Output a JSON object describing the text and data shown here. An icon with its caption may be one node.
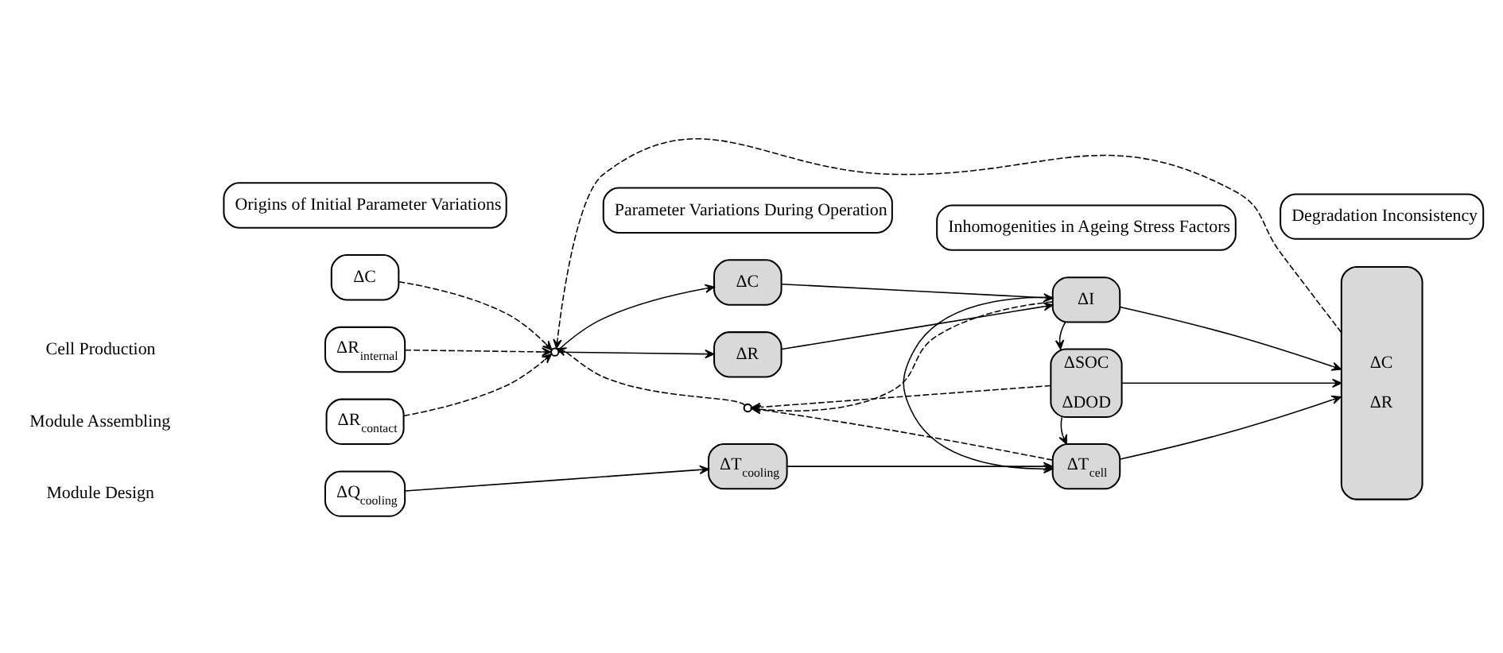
{
  "diagram": {
    "nodes": [
      {
        "text": [
          "Origins of Initial Parameter Variations"
        ]
      },
      {
        "text": [
          "Parameter Variations During Operation"
        ]
      },
      {
        "text": [
          "Inhomogenities in Ageing Stress Factors"
        ]
      },
      {
        "text": [
          "Degradation Inconsistency"
        ]
      },
      {
        "text": [
          "ΔC"
        ]
      },
      {
        "text": [
          "ΔR$_{internal}$"
        ]
      },
      {
        "text": [
          "ΔR$_{contact}$"
        ]
      },
      {
        "text": [
          "ΔQ$_{cooling}$"
        ]
      },
      {
        "text": [],
        "shape": "circle"
      },
      {
        "text": [
          "ΔC"
        ]
      },
      {
        "text": [
          "ΔR"
        ]
      },
      {
        "text": [
          "ΔI"
        ]
      },
      {
        "text": [
          "ΔSOC",
          "ΔDOD"
        ]
      },
      {
        "text": [],
        "shape": "circle"
      },
      {
        "text": [
          "ΔT$_{cooling}$"
        ]
      },
      {
        "text": [
          "ΔT$_{cell}$"
        ]
      },
      {
        "text": [
          "ΔC",
          "ΔR"
        ]
      }
    ],
    "edges": [
      {
        "from": 4,
        "to": 8,
        "arrow": "to",
        "style": "dashed"
      },
      {
        "from": 5,
        "to": 8,
        "arrow": "to",
        "style": "dashed"
      },
      {
        "from": 6,
        "to": 8,
        "arrow": "to",
        "style": "dashed"
      },
      {
        "from": 16,
        "to": 8,
        "arrow": "to",
        "style": "dashed"
      },
      {
        "from": 13,
        "to": 8,
        "arrow": "to",
        "style": "dashed"
      },
      {
        "from": 8,
        "to": 9,
        "arrow": "to"
      },
      {
        "from": 8,
        "to": 10,
        "arrow": "to"
      },
      {
        "from": 9,
        "to": 11,
        "arrow": "to"
      },
      {
        "from": 10,
        "to": 11,
        "arrow": "to"
      },
      {
        "from": 11,
        "to": 16,
        "arrow": "to"
      },
      {
        "from": 11,
        "to": 12,
        "arrow": "to"
      },
      {
        "from": 11,
        "to": 15,
        "arrow": "to"
      },
      {
        "from": 11,
        "to": 13,
        "arrow": "to",
        "style": "dashed"
      },
      {
        "from": 12,
        "to": 13,
        "arrow": "to",
        "style": "dashed"
      },
      {
        "from": 15,
        "to": 13,
        "arrow": "to",
        "style": "dashed"
      },
      {
        "from": 12,
        "to": 16,
        "arrow": "to"
      },
      {
        "from": 12,
        "to": 15,
        "arrow": "to"
      },
      {
        "from": 7,
        "to": 14,
        "arrow": "to"
      },
      {
        "from": 14,
        "to": 15,
        "arrow": "to"
      },
      {
        "from": 15,
        "to": 16,
        "arrow": "to"
      }
    ],
    "labels": [
      "Cell Production",
      "Module Assembling",
      "Module Design"
    ]
  }
}
